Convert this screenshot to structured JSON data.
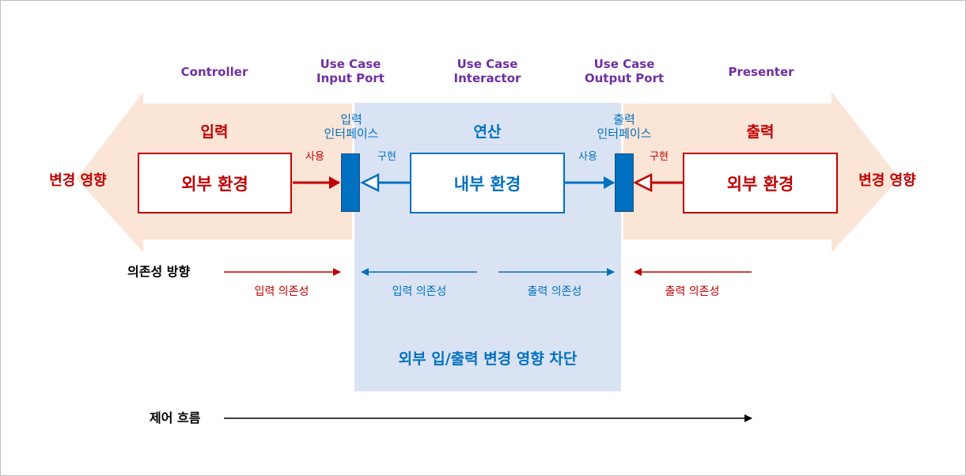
{
  "headers": {
    "controller": "Controller",
    "input_port": [
      "Use Case",
      "Input Port"
    ],
    "interactor": [
      "Use Case",
      "Interactor"
    ],
    "output_port": [
      "Use Case",
      "Output Port"
    ],
    "presenter": "Presenter"
  },
  "left": {
    "section_title": "입력",
    "change_effect": "변경 영향",
    "box_label": "외부 환경",
    "use_label": "사용"
  },
  "input_interface": {
    "line1": "입력",
    "line2": "인터페이스",
    "implements_label": "구현"
  },
  "center": {
    "section_title": "연산",
    "box_label": "내부 환경",
    "use_label": "사용",
    "blocking_text": "외부 입/출력 변경 영향 차단"
  },
  "output_interface": {
    "line1": "출력",
    "line2": "인터페이스",
    "implements_label": "구현"
  },
  "right": {
    "section_title": "출력",
    "box_label": "외부 환경",
    "change_effect": "변경 영향"
  },
  "dependency": {
    "title": "의존성 방향",
    "input_dep_left": "입력 의존성",
    "input_dep_center": "입력 의존성",
    "output_dep_center": "출력 의존성",
    "output_dep_right": "출력 의존성"
  },
  "control_flow": {
    "title": "제어 흐름"
  },
  "colors": {
    "purple": "#7030a0",
    "red": "#c00000",
    "blue": "#0070c0",
    "salmon_band": "#fbe5d6",
    "light_blue_panel": "#dae3f3"
  }
}
